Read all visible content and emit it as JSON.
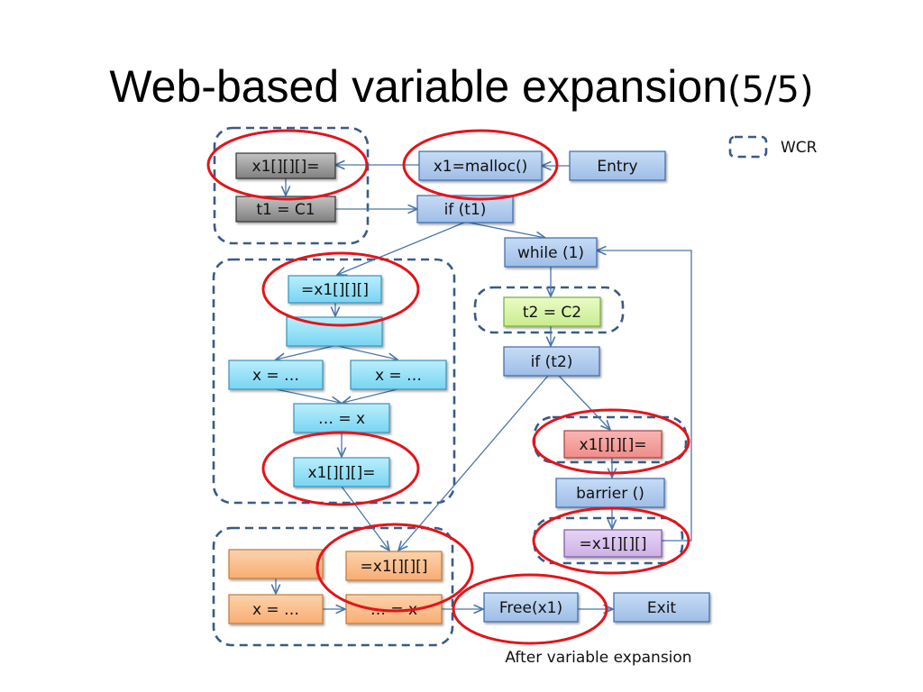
{
  "title": {
    "main": "Web-based variable expansion",
    "suffix": "(5/5)"
  },
  "legend": {
    "label": "WCR"
  },
  "caption": "After variable expansion",
  "colors": {
    "gray": [
      "#c2c2c2",
      "#808080",
      "#333333"
    ],
    "blue": [
      "#c6dcf5",
      "#9ebde6",
      "#3b6aa8"
    ],
    "cyan": [
      "#b9eefc",
      "#78d4f2",
      "#3a90b8"
    ],
    "green": [
      "#e9fbc6",
      "#c9ec8e",
      "#7aa83c"
    ],
    "red": [
      "#f8b6b4",
      "#f08c88",
      "#a84040"
    ],
    "purple": [
      "#e6d4f4",
      "#cdb0e6",
      "#7a5aa0"
    ],
    "orange": [
      "#fcd2ac",
      "#f8ad72",
      "#c07a38"
    ],
    "wcr_border": "#3a5a86",
    "edge": "#4a76ab",
    "highlight": "#e3141b"
  },
  "nodes": [
    {
      "id": "x1w_gray",
      "label": "x1[][][]=",
      "color": "gray"
    },
    {
      "id": "t1",
      "label": "t1 = C1",
      "color": "gray"
    },
    {
      "id": "malloc",
      "label": "x1=malloc()",
      "color": "blue"
    },
    {
      "id": "entry",
      "label": "Entry",
      "color": "blue"
    },
    {
      "id": "ift1",
      "label": "if (t1)",
      "color": "blue"
    },
    {
      "id": "while",
      "label": "while (1)",
      "color": "blue"
    },
    {
      "id": "t2",
      "label": "t2 = C2",
      "color": "green"
    },
    {
      "id": "ift2",
      "label": "if (t2)",
      "color": "blue"
    },
    {
      "id": "x1w_red",
      "label": "x1[][][]=",
      "color": "red"
    },
    {
      "id": "barrier",
      "label": "barrier ()",
      "color": "blue"
    },
    {
      "id": "x1r_purple",
      "label": "=x1[][][]",
      "color": "purple"
    },
    {
      "id": "x1r_cyan",
      "label": "=x1[][][]",
      "color": "cyan"
    },
    {
      "id": "cyan_blank",
      "label": "",
      "color": "cyan"
    },
    {
      "id": "xa_left",
      "label": "x = …",
      "color": "cyan"
    },
    {
      "id": "xa_right",
      "label": "x = …",
      "color": "cyan"
    },
    {
      "id": "usex_cyan",
      "label": "… = x",
      "color": "cyan"
    },
    {
      "id": "x1w_cyan",
      "label": "x1[][][]=",
      "color": "cyan"
    },
    {
      "id": "orange_blank",
      "label": "",
      "color": "orange"
    },
    {
      "id": "x1r_orange",
      "label": "=x1[][][]",
      "color": "orange"
    },
    {
      "id": "xa_orange",
      "label": "x = …",
      "color": "orange"
    },
    {
      "id": "usex_orange",
      "label": "… = x",
      "color": "orange"
    },
    {
      "id": "free",
      "label": "Free(x1)",
      "color": "blue"
    },
    {
      "id": "exit",
      "label": "Exit",
      "color": "blue"
    }
  ],
  "edges": [
    {
      "from": "entry",
      "to": "malloc"
    },
    {
      "from": "malloc",
      "to": "x1w_gray"
    },
    {
      "from": "x1w_gray",
      "to": "t1"
    },
    {
      "from": "t1",
      "to": "ift1"
    },
    {
      "from": "ift1",
      "to": "while"
    },
    {
      "from": "ift1",
      "to": "x1r_cyan"
    },
    {
      "from": "x1r_cyan",
      "to": "cyan_blank"
    },
    {
      "from": "cyan_blank",
      "to": "xa_left"
    },
    {
      "from": "cyan_blank",
      "to": "xa_right"
    },
    {
      "from": "xa_left",
      "to": "usex_cyan"
    },
    {
      "from": "xa_right",
      "to": "usex_cyan"
    },
    {
      "from": "usex_cyan",
      "to": "x1w_cyan"
    },
    {
      "from": "x1w_cyan",
      "to": "x1r_orange"
    },
    {
      "from": "while",
      "to": "t2"
    },
    {
      "from": "t2",
      "to": "ift2"
    },
    {
      "from": "ift2",
      "to": "x1w_red"
    },
    {
      "from": "ift2",
      "to": "x1r_orange"
    },
    {
      "from": "x1w_red",
      "to": "barrier"
    },
    {
      "from": "barrier",
      "to": "x1r_purple"
    },
    {
      "from": "x1r_purple",
      "to": "while"
    },
    {
      "from": "orange_blank",
      "to": "xa_orange"
    },
    {
      "from": "xa_orange",
      "to": "usex_orange"
    },
    {
      "from": "usex_orange",
      "to": "free"
    },
    {
      "from": "free",
      "to": "exit"
    }
  ],
  "wcr_groups": [
    {
      "id": "wcr-top-left",
      "members": [
        "x1w_gray",
        "t1"
      ]
    },
    {
      "id": "wcr-middle-left",
      "members": [
        "x1r_cyan",
        "cyan_blank",
        "xa_left",
        "xa_right",
        "usex_cyan",
        "x1w_cyan"
      ]
    },
    {
      "id": "wcr-bottom-left",
      "members": [
        "orange_blank",
        "x1r_orange",
        "xa_orange",
        "usex_orange"
      ]
    },
    {
      "id": "wcr-t2",
      "members": [
        "t2"
      ]
    },
    {
      "id": "wcr-red",
      "members": [
        "x1w_red"
      ]
    },
    {
      "id": "wcr-purple",
      "members": [
        "x1r_purple"
      ]
    }
  ],
  "highlighted": [
    "x1w_gray",
    "malloc",
    "x1r_cyan",
    "x1w_cyan",
    "x1r_orange",
    "free",
    "x1w_red",
    "x1r_purple"
  ]
}
